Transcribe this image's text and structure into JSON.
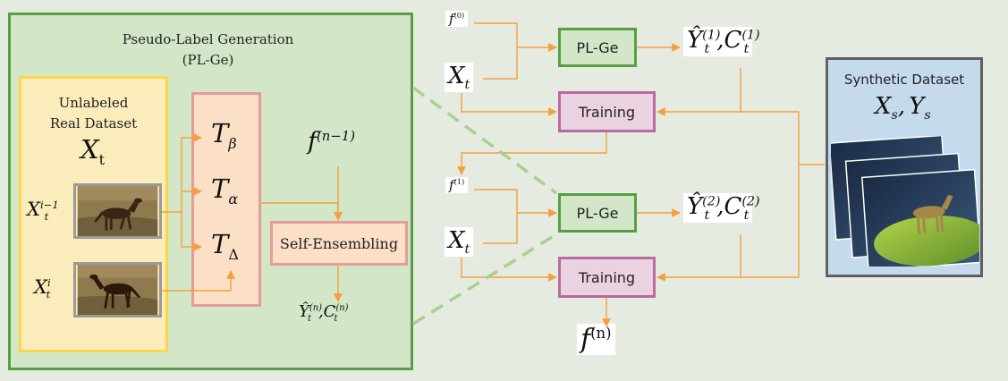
{
  "pseudo_label": {
    "title_line1": "Pseudo-Label Generation",
    "title_line2": "(PL-Ge)"
  },
  "unlabeled": {
    "line1": "Unlabeled",
    "line2": "Real Dataset",
    "var": "X",
    "var_sub": "t"
  },
  "frames": [
    {
      "base": "X",
      "sup": "i−1",
      "sub": "t"
    },
    {
      "base": "X",
      "sup": "i",
      "sub": "t"
    }
  ],
  "transforms": [
    {
      "base": "T",
      "sub": "β"
    },
    {
      "base": "T",
      "sub": "α"
    },
    {
      "base": "T",
      "sub": "Δ"
    }
  ],
  "model_prev": {
    "base": "f",
    "sup": "(n−1)"
  },
  "self_ensembling": "Self-Ensembling",
  "panel_output": {
    "y": "Ŷ",
    "y_sup": "(n)",
    "y_sub": "t",
    "sep": ",",
    "c": "C",
    "c_sup": "(n)",
    "c_sub": "t"
  },
  "pipeline": {
    "f0": {
      "base": "f",
      "sup": "(0)"
    },
    "f1": {
      "base": "f",
      "sup": "(1)"
    },
    "x_input": {
      "base": "X",
      "sub": "t"
    },
    "plge_label": "PL-Ge",
    "training_label": "Training",
    "out1": {
      "y": "Ŷ",
      "y_sup": "(1)",
      "y_sub": "t",
      "sep": ",",
      "c": "C",
      "c_sup": "(1)",
      "c_sub": "t"
    },
    "out2": {
      "y": "Ŷ",
      "y_sup": "(2)",
      "y_sub": "t",
      "sep": ",",
      "c": "C",
      "c_sup": "(2)",
      "c_sub": "t"
    },
    "fn": {
      "base": "f",
      "sup": "(n)"
    }
  },
  "synthetic": {
    "title": "Synthetic Dataset",
    "x": "X",
    "x_sub": "s",
    "sep": ",",
    "y": "Y",
    "y_sub": "s"
  },
  "colors": {
    "arrow": "#f5a03c",
    "dash": "#a6d28c",
    "green_border": "#55a042",
    "pink_border": "#e79a9a",
    "purple_border": "#b86aa2"
  }
}
